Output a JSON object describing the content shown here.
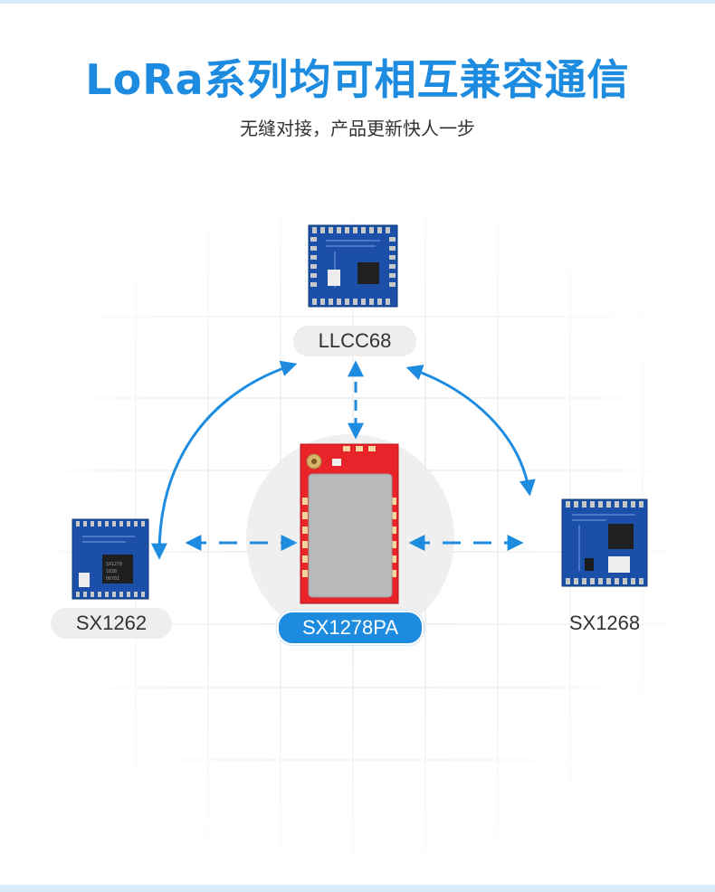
{
  "header": {
    "title": "LoRa系列均可相互兼容通信",
    "subtitle": "无缝对接，产品更新快人一步"
  },
  "modules": {
    "top": {
      "label": "LLCC68"
    },
    "left": {
      "label": "SX1262"
    },
    "right": {
      "label": "SX1268"
    },
    "center": {
      "label": "SX1278PA"
    }
  },
  "chip_text": {
    "left_chip": [
      "SX1278",
      "1838",
      "D67DI"
    ]
  },
  "colors": {
    "accent": "#1d8ce0",
    "pcb_blue": "#1b4fa8",
    "pcb_red": "#e8242a",
    "shield": "#b9b9b9"
  },
  "icons": {
    "arrows": "double-headed-dashed-arrow",
    "arcs": "double-headed-curved-arrow"
  }
}
